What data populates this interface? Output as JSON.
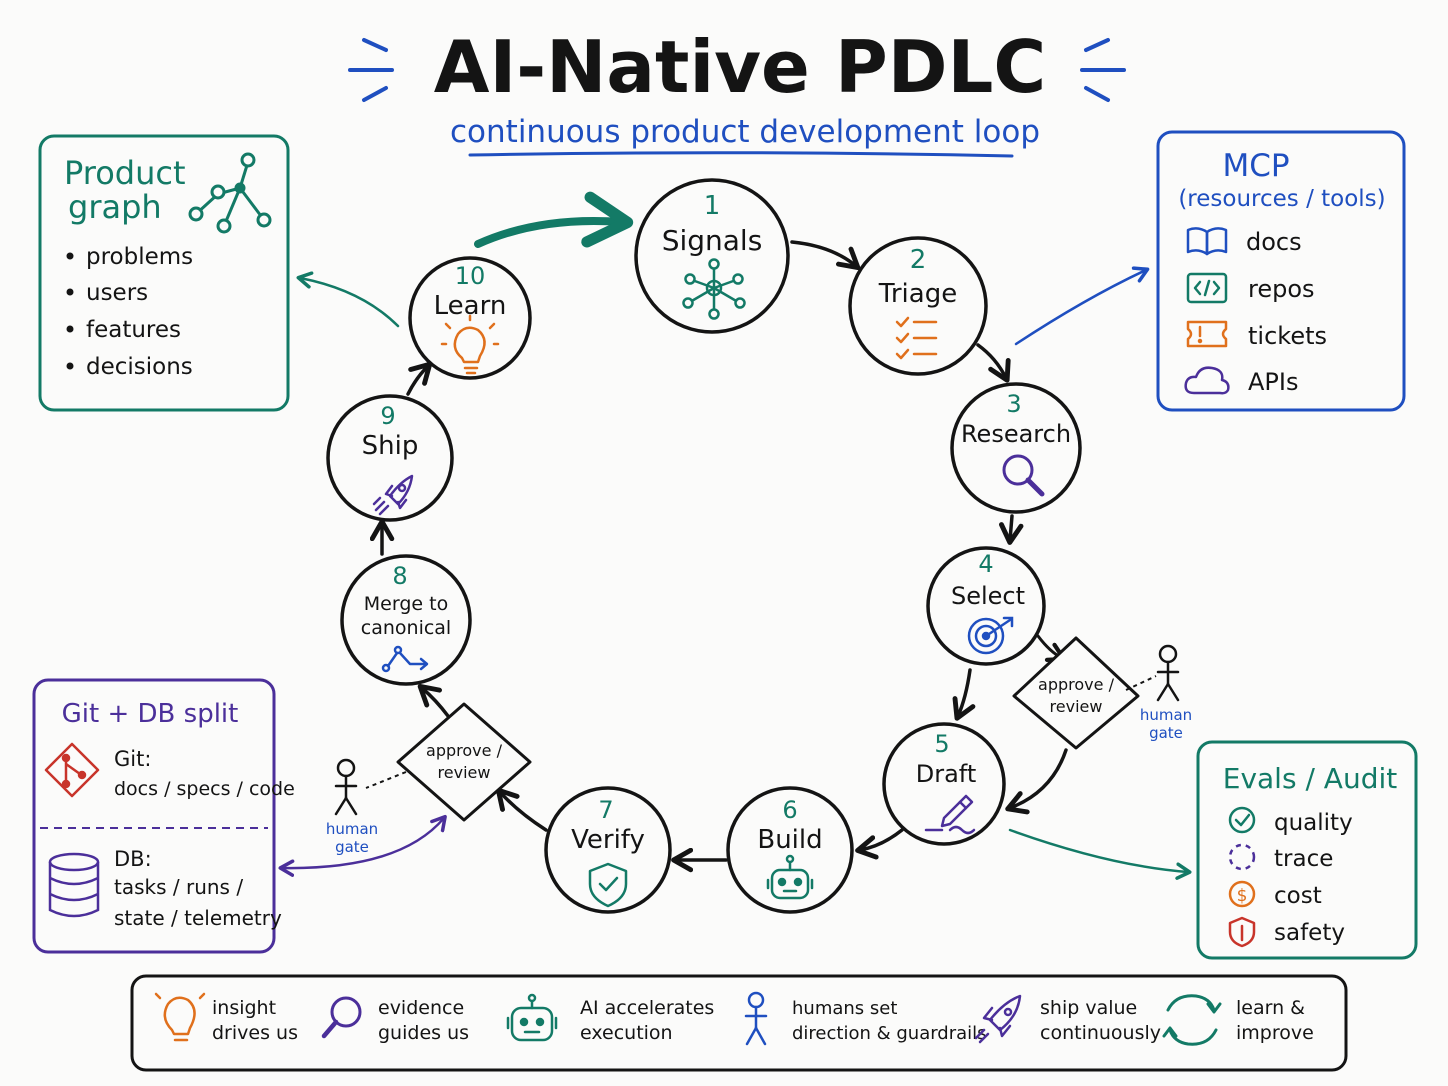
{
  "title": "AI-Native PDLC",
  "subtitle": "continuous product development loop",
  "colors": {
    "ink": "#141414",
    "teal": "#137a66",
    "blue": "#1f4fc0",
    "purple": "#4b2f9a",
    "orange": "#e0701c",
    "red": "#c8342a"
  },
  "stages": [
    {
      "number": "1",
      "label": "Signals",
      "icon": "network-icon"
    },
    {
      "number": "2",
      "label": "Triage",
      "icon": "checklist-icon"
    },
    {
      "number": "3",
      "label": "Research",
      "icon": "magnifier-icon"
    },
    {
      "number": "4",
      "label": "Select",
      "icon": "target-icon"
    },
    {
      "number": "5",
      "label": "Draft",
      "icon": "pen-icon"
    },
    {
      "number": "6",
      "label": "Build",
      "icon": "robot-icon"
    },
    {
      "number": "7",
      "label": "Verify",
      "icon": "shield-check-icon"
    },
    {
      "number": "8",
      "label": "Merge to",
      "label2": "canonical",
      "icon": "merge-arrow-icon"
    },
    {
      "number": "9",
      "label": "Ship",
      "icon": "rocket-icon"
    },
    {
      "number": "10",
      "label": "Learn",
      "icon": "lightbulb-icon"
    }
  ],
  "gates": [
    {
      "line1": "approve /",
      "line2": "review",
      "person1": "human",
      "person2": "gate"
    },
    {
      "line1": "approve /",
      "line2": "review",
      "person1": "human",
      "person2": "gate"
    }
  ],
  "product_graph": {
    "title1": "Product",
    "title2": "graph",
    "items": [
      "problems",
      "users",
      "features",
      "decisions"
    ]
  },
  "mcp": {
    "title1": "MCP",
    "title2": "(resources / tools)",
    "items": [
      {
        "label": "docs",
        "icon": "book-icon"
      },
      {
        "label": "repos",
        "icon": "code-icon"
      },
      {
        "label": "tickets",
        "icon": "ticket-icon"
      },
      {
        "label": "APIs",
        "icon": "cloud-icon"
      }
    ]
  },
  "git_db": {
    "title": "Git + DB split",
    "git_label": "Git:",
    "git_items": "docs / specs / code",
    "db_label": "DB:",
    "db_items1": "tasks / runs /",
    "db_items2": "state / telemetry"
  },
  "evals": {
    "title": "Evals / Audit",
    "items": [
      {
        "label": "quality",
        "icon": "check-circle-icon"
      },
      {
        "label": "trace",
        "icon": "dashed-circle-icon"
      },
      {
        "label": "cost",
        "icon": "dollar-icon"
      },
      {
        "label": "safety",
        "icon": "shield-icon"
      }
    ]
  },
  "principles": [
    {
      "line1": "insight",
      "line2": "drives us",
      "icon": "lightbulb-icon"
    },
    {
      "line1": "evidence",
      "line2": "guides us",
      "icon": "magnifier-icon"
    },
    {
      "line1": "AI accelerates",
      "line2": "execution",
      "icon": "robot-icon"
    },
    {
      "line1": "humans set",
      "line2": "direction & guardrails",
      "icon": "person-icon"
    },
    {
      "line1": "ship value",
      "line2": "continuously",
      "icon": "rocket-icon"
    },
    {
      "line1": "learn &",
      "line2": "improve",
      "icon": "cycle-icon"
    }
  ]
}
